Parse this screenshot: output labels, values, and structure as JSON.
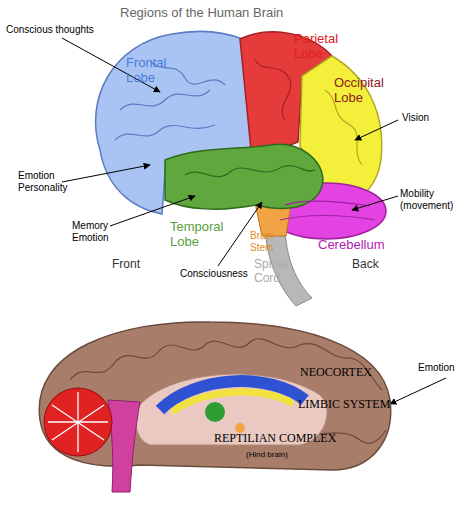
{
  "diagram": {
    "title": "Regions of the Human Brain",
    "labels": [
      "Conscious thoughts",
      "Frontal Lobe",
      "Parietal Lobe",
      "Occipital Lobe",
      "Vision",
      "Emotion Personality",
      "Temporal Lobe",
      "Brain Stem",
      "Cerebellum",
      "Mobility (movement)",
      "Memory Emotion",
      "Spinal Cord",
      "Front",
      "Back",
      "Consciousness",
      "NEOCORTEX",
      "Emotion",
      "LIMBIC SYSTEM",
      "REPTILIAN COMPLEX",
      "(Hind brain)"
    ]
  }
}
